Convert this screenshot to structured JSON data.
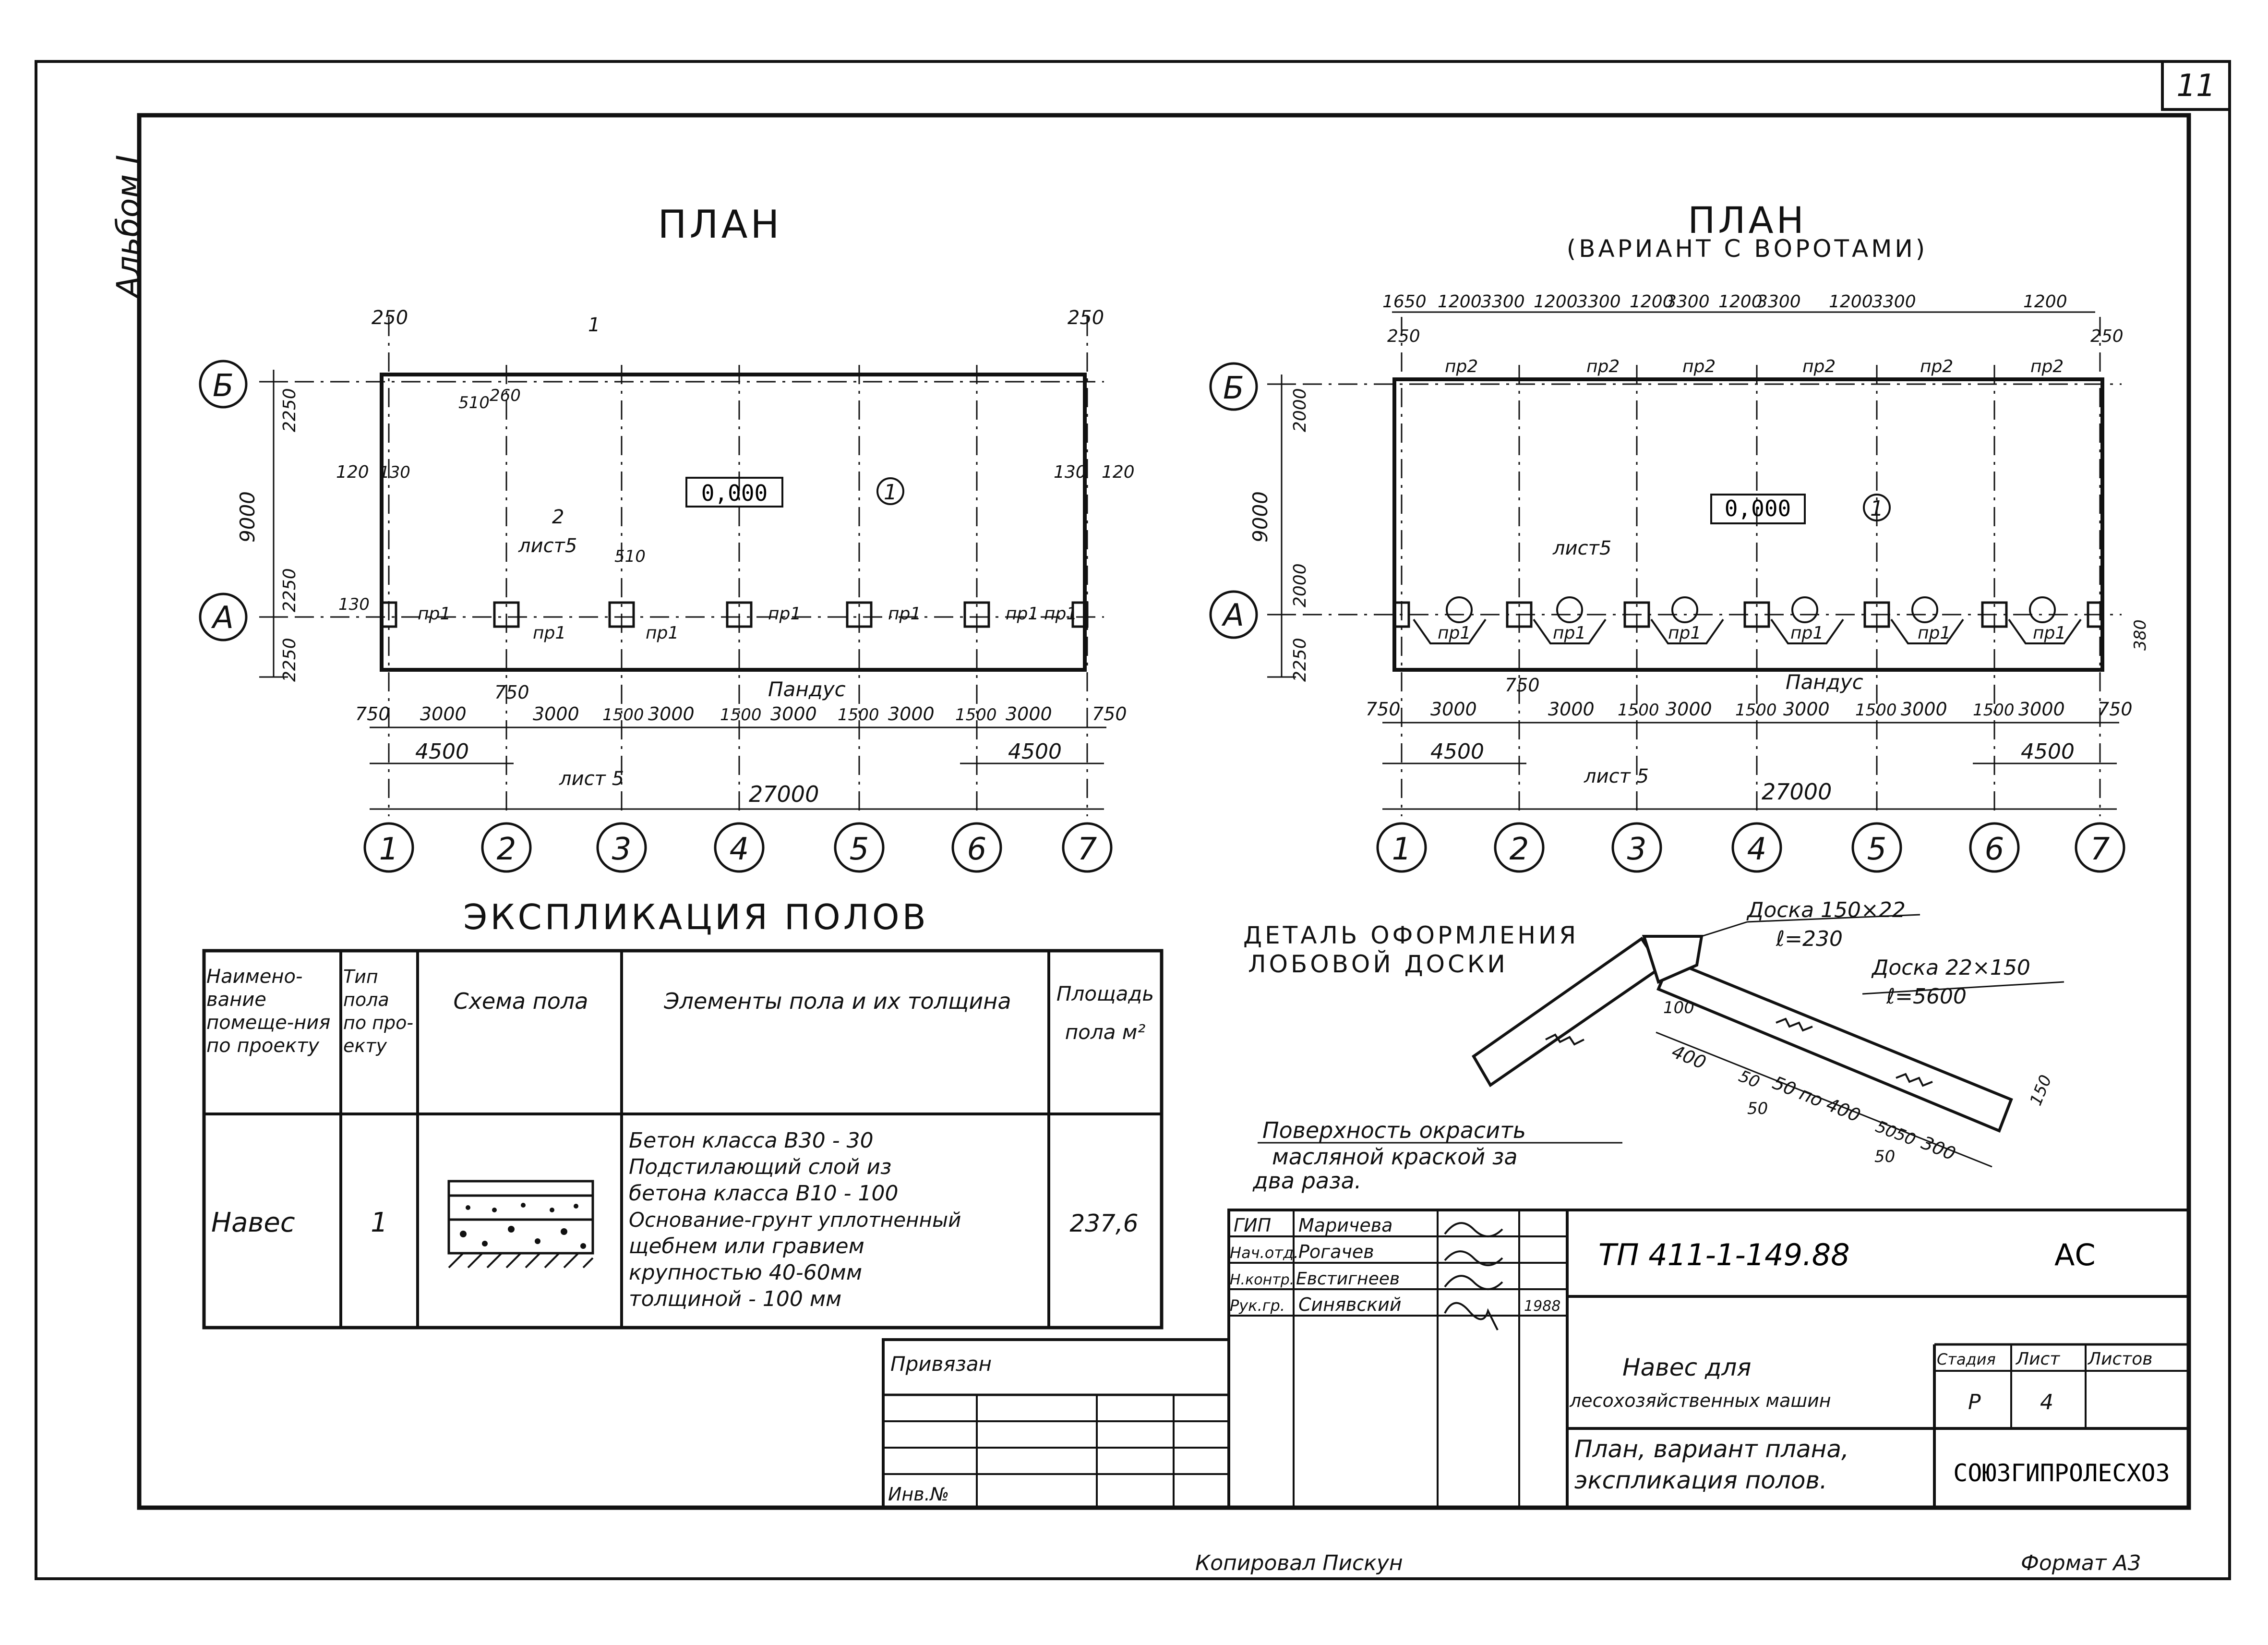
{
  "sheet": {
    "album_label": "Альбом I",
    "sheet_number": "11",
    "copied_by": "Копировал Пискун",
    "format": "Формат А3"
  },
  "plan_left": {
    "title": "ПЛАН",
    "top_dims": [
      "250",
      "250"
    ],
    "axes_cols": [
      "1",
      "2",
      "3",
      "4",
      "5",
      "6",
      "7"
    ],
    "axes_rows": [
      "Б",
      "А"
    ],
    "mark_level": "0,000",
    "floor_mark": "1",
    "section_mark": "1",
    "section_ref": "лист 5",
    "section_mark2": "2",
    "section_ref2": "лист5",
    "side_dims": [
      "2250",
      "9000",
      "2250",
      "2250"
    ],
    "small_dims": [
      "510",
      "260",
      "120",
      "130",
      "130",
      "120",
      "510",
      "130",
      "250",
      "510",
      "130",
      "250"
    ],
    "post_labels": [
      "пр1",
      "пр1",
      "пр1",
      "пр1",
      "пр1",
      "пр1",
      "пр1"
    ],
    "ramp": "Пандус",
    "bottom_dims": [
      "750",
      "3000",
      "750",
      "3000",
      "1500",
      "3000",
      "1500",
      "3000",
      "1500",
      "3000",
      "1500",
      "3000",
      "750"
    ],
    "dim_4500_left": "4500",
    "dim_4500_right": "4500",
    "dim_total": "27000"
  },
  "plan_right": {
    "title": "ПЛАН",
    "subtitle": "(ВАРИАНТ С ВОРОТАМИ)",
    "top_dims": [
      "1650",
      "1200",
      "3300",
      "1200",
      "3300",
      "1200",
      "3300",
      "1200",
      "3300",
      "1200",
      "3300",
      "1200"
    ],
    "top_250": [
      "250",
      "250"
    ],
    "gate_labels": [
      "пр2",
      "пр2",
      "пр2",
      "пр2",
      "пр2",
      "пр2"
    ],
    "axes_cols": [
      "1",
      "2",
      "3",
      "4",
      "5",
      "6",
      "7"
    ],
    "axes_rows": [
      "Б",
      "А"
    ],
    "mark_level": "0,000",
    "floor_mark": "1",
    "section_ref": "лист 5",
    "section_ref2": "лист5",
    "side_dims": [
      "2000",
      "9000",
      "2000",
      "2250"
    ],
    "side_380": "380",
    "post_labels": [
      "пр1",
      "пр1",
      "пр1",
      "пр1",
      "пр1",
      "пр1"
    ],
    "ramp": "Пандус",
    "bottom_dims": [
      "750",
      "3000",
      "750",
      "3000",
      "1500",
      "3000",
      "1500",
      "3000",
      "1500",
      "3000",
      "1500",
      "3000",
      "750"
    ],
    "dim_4500_left": "4500",
    "dim_4500_right": "4500",
    "dim_total": "27000"
  },
  "explication": {
    "title": "ЭКСПЛИКАЦИЯ ПОЛОВ",
    "headers": [
      "Наимено-вание помеще-ния по проекту",
      "Тип пола по про-екту",
      "Схема пола",
      "Элементы пола и их толщина",
      "Площадь пола м²"
    ],
    "row": {
      "name": "Навес",
      "type": "1",
      "elements": [
        "Бетон класса В30 - 30",
        "Подстилающий слой из",
        "бетона класса В10 - 100",
        "Основание-грунт уплотненный",
        "щебнем или гравием",
        "крупностью 40-60мм",
        "толщиной - 100 мм"
      ],
      "area": "237,6"
    }
  },
  "detail": {
    "title_1": "ДЕТАЛЬ ОФОРМЛЕНИЯ",
    "title_2": "ЛОБОВОЙ ДОСКИ",
    "board1": "Доска 150×22",
    "board1_len": "ℓ=230",
    "board2": "Доска 22×150",
    "board2_len": "ℓ=5600",
    "dims": [
      "100",
      "400",
      "50",
      "50",
      "50 по 400",
      "50",
      "50",
      "300",
      "50",
      "150"
    ],
    "note_1": "Поверхность окрасить",
    "note_2": "масляной краской за",
    "note_3": "два раза."
  },
  "stamp": {
    "roles": [
      "ГИП",
      "Нач.отд.",
      "Н.контр.",
      "Рук.гр."
    ],
    "names": [
      "Маричева",
      "Рогачев",
      "Евстигнеев",
      "Синявский"
    ],
    "year": "1988",
    "doc_code": "ТП 411-1-149.88",
    "mark": "АС",
    "privyazan": "Привязан",
    "inv": "Инв.№",
    "project_1": "Навес для",
    "project_2": "лесохозяйственных машин",
    "sheet_title_1": "План, вариант плана,",
    "sheet_title_2": "экспликация полов.",
    "stage_header": "Стадия",
    "sheet_header": "Лист",
    "sheets_header": "Листов",
    "stage": "Р",
    "sheet": "4",
    "org": "СОЮЗГИПРОЛЕСХОЗ"
  }
}
